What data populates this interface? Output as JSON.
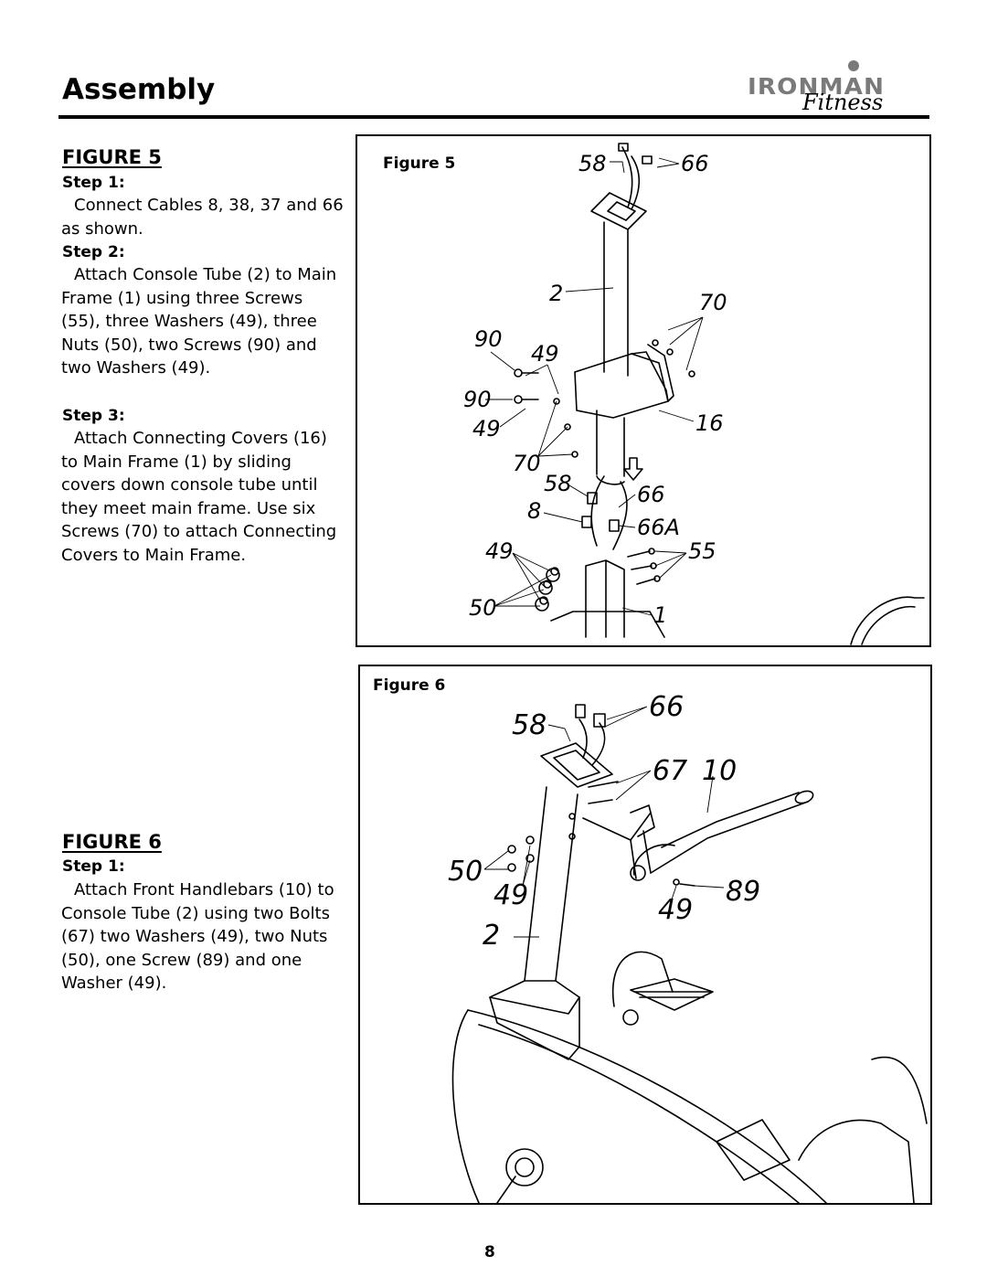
{
  "header": {
    "title": "Assembly",
    "logo": {
      "word": "IRONMAN",
      "script": "Fitness"
    }
  },
  "figure5": {
    "heading": "FIGURE 5",
    "steps": [
      {
        "label": "Step 1:",
        "text": "Connect Cables 8, 38, 37 and 66 as shown."
      },
      {
        "label": "Step 2:",
        "text": "Attach Console Tube (2) to Main Frame (1) using three Screws (55), three Washers (49), three Nuts (50), two Screws (90) and two Washers (49)."
      },
      {
        "label": "Step 3:",
        "text": "Attach Connecting Covers (16) to Main Frame (1) by sliding covers down console tube until they meet main frame.  Use six Screws (70) to attach Connecting Covers to Main Frame."
      }
    ],
    "box_label": "Figure 5",
    "callouts": [
      "58",
      "66",
      "2",
      "70",
      "90",
      "49",
      "90",
      "49",
      "16",
      "70",
      "58",
      "66",
      "8",
      "66A",
      "49",
      "55",
      "50",
      "1"
    ]
  },
  "figure6": {
    "heading": "FIGURE 6",
    "steps": [
      {
        "label": "Step 1:",
        "text": "Attach Front Handlebars (10) to Console Tube (2) using two Bolts (67) two Washers (49), two Nuts (50), one Screw (89) and one Washer (49)."
      }
    ],
    "box_label": "Figure 6",
    "callouts": [
      "58",
      "66",
      "67",
      "10",
      "50",
      "49",
      "49",
      "89",
      "2"
    ]
  },
  "page_number": "8"
}
